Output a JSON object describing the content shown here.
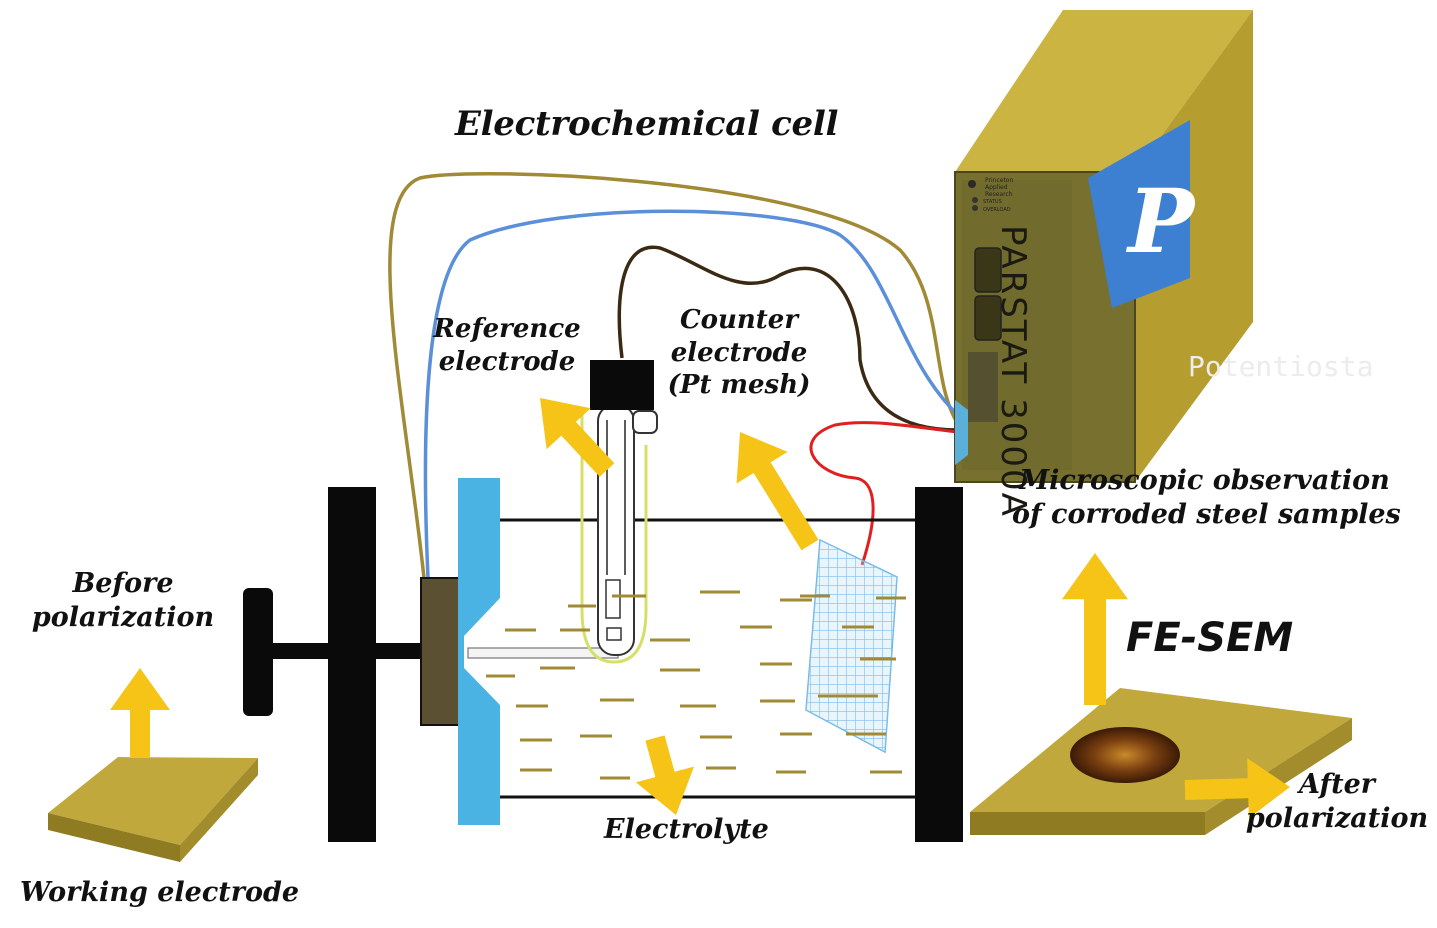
{
  "labels": {
    "title": "Electrochemical cell",
    "reference_line1": "Reference",
    "reference_line2": "electrode",
    "counter_line1": "Counter",
    "counter_line2": "electrode",
    "counter_line3": "(Pt mesh)",
    "micro_line1": "Microscopic observation",
    "micro_line2": "of corroded steel samples",
    "fesem": "FE-SEM",
    "before_line1": "Before",
    "before_line2": "polarization",
    "after_line1": "After",
    "after_line2": "polarization",
    "electrolyte": "Electrolyte",
    "working_electrode": "Working electrode"
  },
  "instrument": {
    "brand_line1": "Princeton",
    "brand_line2": "Applied",
    "brand_line3": "Research",
    "led1": "STATUS",
    "led2": "OVERLOAD",
    "model": "PARSTAT 3000A",
    "logo_letter": "P",
    "watermark": "Potentiosta"
  },
  "colors": {
    "gold": "#b7a13a",
    "arrow": "#f5c417",
    "wire_gold": "#a08a35",
    "wire_blue": "#5b8fd9",
    "wire_dark": "#3a2a14",
    "wire_red": "#e02020",
    "holder_blue": "#4bb3e3",
    "logo_blue": "#3d7fd1"
  }
}
